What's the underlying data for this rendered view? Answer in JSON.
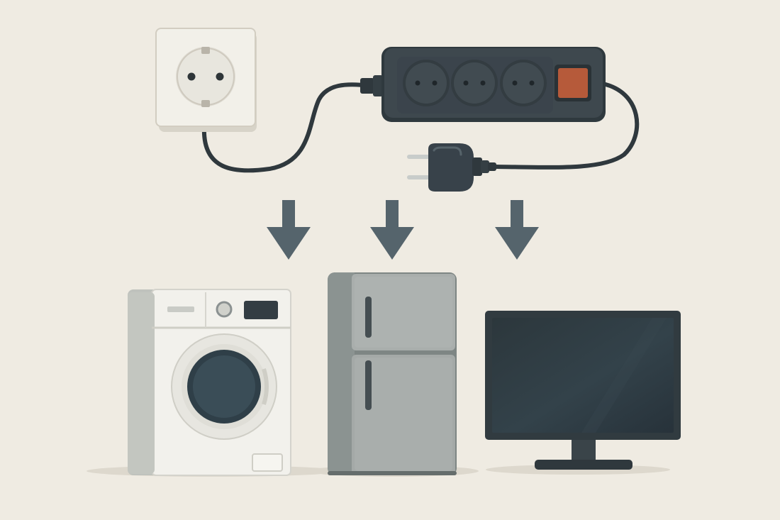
{
  "diagram": {
    "nodes": [
      {
        "id": "wall-socket",
        "label": "",
        "icon": "wall-socket-icon"
      },
      {
        "id": "power-strip",
        "label": "",
        "icon": "power-strip-icon",
        "outlets": 3,
        "has_switch": true
      },
      {
        "id": "plug",
        "label": "",
        "icon": "plug-icon"
      },
      {
        "id": "washing-machine",
        "label": "",
        "icon": "washing-machine-icon"
      },
      {
        "id": "refrigerator",
        "label": "",
        "icon": "refrigerator-icon"
      },
      {
        "id": "television",
        "label": "",
        "icon": "tv-icon"
      }
    ],
    "edges": [
      {
        "from": "wall-socket",
        "to": "power-strip",
        "kind": "cable"
      },
      {
        "from": "power-strip",
        "to": "plug",
        "kind": "cable"
      },
      {
        "from": "power-strip",
        "to": "washing-machine",
        "kind": "arrow"
      },
      {
        "from": "power-strip",
        "to": "refrigerator",
        "kind": "arrow"
      },
      {
        "from": "power-strip",
        "to": "television",
        "kind": "arrow"
      }
    ]
  },
  "colors": {
    "background": "#efebe2",
    "strip_body": "#3d474d",
    "switch": "#b65a3a",
    "arrow": "#55646c",
    "appliance_white": "#f1f0ea",
    "fridge_gray": "#a7adab",
    "screen": "#2e3a3f"
  }
}
